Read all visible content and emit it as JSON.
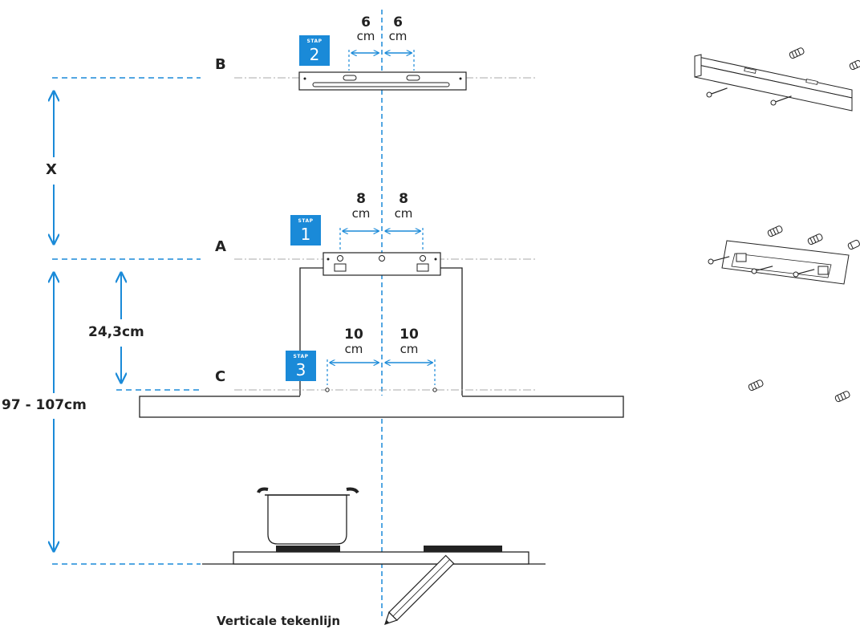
{
  "lines": {
    "b": "B",
    "a": "A",
    "c": "C"
  },
  "steps": [
    {
      "stap": "STAP",
      "num": "2"
    },
    {
      "stap": "STAP",
      "num": "1"
    },
    {
      "stap": "STAP",
      "num": "3"
    }
  ],
  "dims": {
    "b_left": {
      "value": "6",
      "unit": "cm"
    },
    "b_right": {
      "value": "6",
      "unit": "cm"
    },
    "a_left": {
      "value": "8",
      "unit": "cm"
    },
    "a_right": {
      "value": "8",
      "unit": "cm"
    },
    "c_left": {
      "value": "10",
      "unit": "cm"
    },
    "c_right": {
      "value": "10",
      "unit": "cm"
    }
  },
  "vertical_dims": {
    "x": "X",
    "height_hood": "24,3cm",
    "height_total": "97 - 107cm"
  },
  "caption": "Verticale tekenlijn",
  "colors": {
    "accent": "#1a8ad8",
    "line": "#222222",
    "dashdot": "#999999"
  }
}
